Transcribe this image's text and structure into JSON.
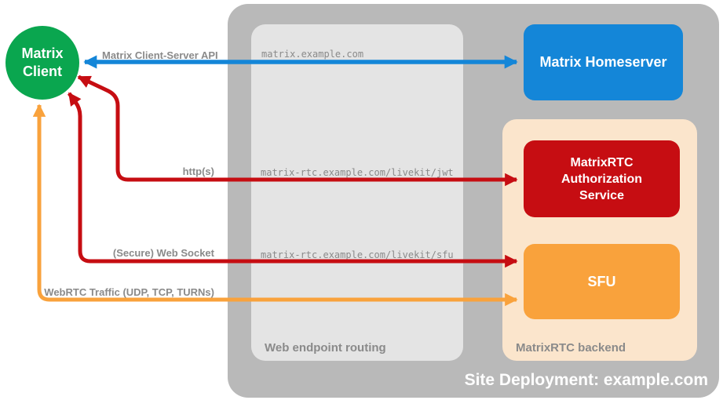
{
  "site": {
    "title": "Site Deployment: example.com"
  },
  "client": {
    "line1": "Matrix",
    "line2": "Client"
  },
  "nodes": {
    "homeserver": {
      "label": "Matrix Homeserver"
    },
    "auth": {
      "label": "MatrixRTC Authorization Service"
    },
    "sfu": {
      "label": "SFU"
    }
  },
  "containers": {
    "routing": {
      "label": "Web endpoint routing"
    },
    "backend": {
      "label": "MatrixRTC backend"
    }
  },
  "endpoints": {
    "homeserver": "matrix.example.com",
    "jwt": "matrix-rtc.example.com/livekit/jwt",
    "sfu": "matrix-rtc.example.com/livekit/sfu"
  },
  "arrows": {
    "cs_api": {
      "label": "Matrix Client-Server API",
      "from": "Matrix Client",
      "to": "Matrix Homeserver",
      "color": "#1486d8"
    },
    "http": {
      "label": "http(s)",
      "from": "Matrix Client",
      "to": "MatrixRTC Authorization Service",
      "color": "#c60d12"
    },
    "websocket": {
      "label": "(Secure) Web Socket",
      "from": "Matrix Client",
      "to": "SFU",
      "color": "#c60d12"
    },
    "webrtc": {
      "label": "WebRTC Traffic (UDP, TCP, TURNs)",
      "from": "Matrix Client",
      "to": "SFU",
      "color": "#f9a23c"
    }
  },
  "colors": {
    "client_green": "#0aa64f",
    "homeserver_blue": "#1486d8",
    "auth_red": "#c60d12",
    "sfu_orange": "#f9a23c",
    "backend_peach": "#fbe5cc",
    "site_gray": "#b9b9b9",
    "routing_gray": "#e4e4e4",
    "label_gray": "#8a8a8a"
  }
}
